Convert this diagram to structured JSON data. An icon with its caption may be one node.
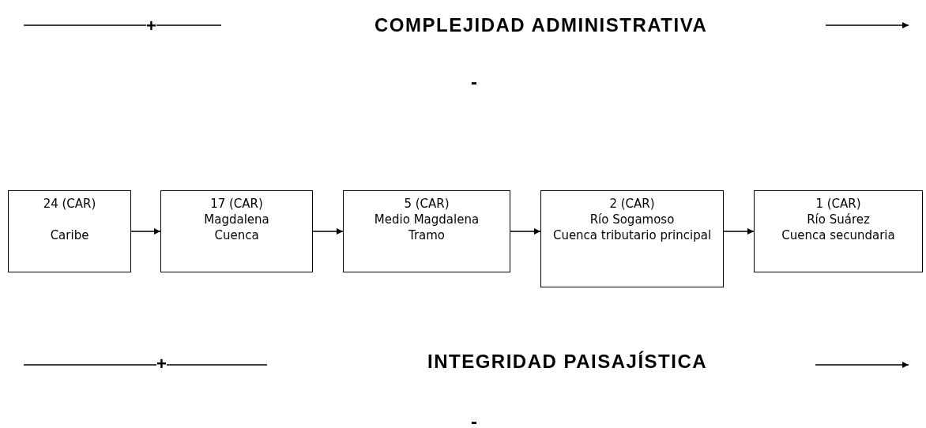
{
  "diagram": {
    "nodes": [
      {
        "text": [
          "24 (CAR)",
          "Caribe"
        ]
      },
      {
        "text": [
          "17 (CAR)",
          "Magdalena",
          "Cuenca"
        ]
      },
      {
        "text": [
          "5 (CAR)",
          "Medio Magdalena",
          "Tramo"
        ]
      },
      {
        "text": [
          "2 (CAR)",
          "Río Sogamoso",
          "Cuenca tributario principal"
        ]
      },
      {
        "text": [
          "1 (CAR)",
          "Río Suárez",
          "Cuenca secundaria"
        ]
      }
    ],
    "edges": [
      {
        "from": 0,
        "to": 1,
        "arrow": "to"
      },
      {
        "from": 1,
        "to": 2,
        "arrow": "to"
      },
      {
        "from": 2,
        "to": 3,
        "arrow": "to"
      },
      {
        "from": 3,
        "to": 4,
        "arrow": "to"
      }
    ],
    "labels": [
      "+",
      "COMPLEJIDAD ADMINISTRATIVA",
      "-",
      "+",
      "INTEGRIDAD PAISAJÍSTICA",
      "-"
    ]
  }
}
